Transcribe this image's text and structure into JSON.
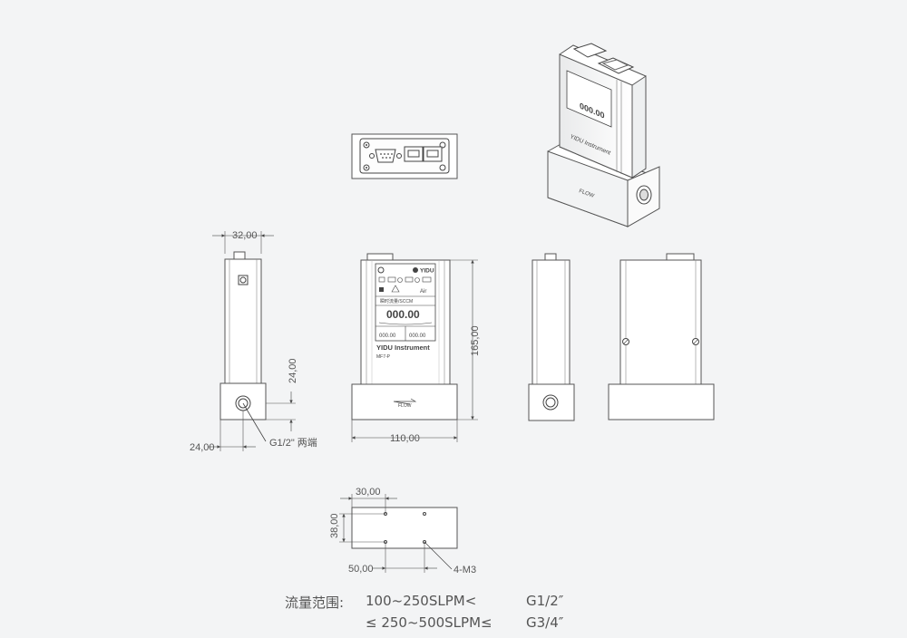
{
  "product": {
    "brand": "YIDU",
    "name": "YIDU Instrument",
    "model": "MF7-P",
    "flow_label": "FLOW",
    "gas": "Air",
    "display_value": "000.00",
    "flow_title": "瞬时流量/SCCM",
    "sub_left": "000.00",
    "sub_right": "000.00"
  },
  "dimensions": {
    "width_side": "32,00",
    "height": "165,00",
    "port_height": "24,00",
    "port_offset": "24,00",
    "width_front": "110,00",
    "bottom_x": "30,00",
    "bottom_y": "38,00",
    "bottom_hole": "50,00"
  },
  "annotations": {
    "port_thread": "G1/2\" 两端",
    "mount_holes": "4-M3"
  },
  "spec": {
    "label": "流量范围:",
    "rows": [
      {
        "range": "100~250SLPM<",
        "thread": "G1/2″"
      },
      {
        "range": "≤ 250~500SLPM≤",
        "thread": "G3/4″"
      }
    ]
  }
}
